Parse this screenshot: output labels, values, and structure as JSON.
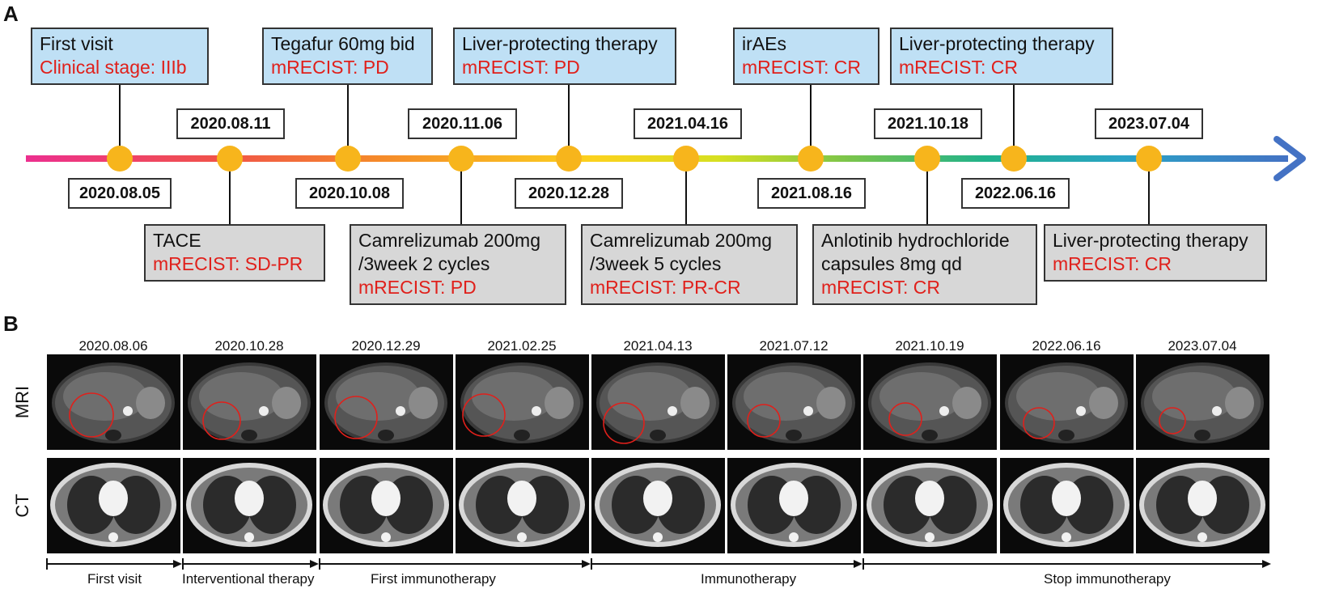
{
  "panels": {
    "a": "A",
    "b": "B"
  },
  "colors": {
    "red_text": "#e0201b",
    "top_box": "#bfe0f5",
    "bottom_box": "#d7d7d7",
    "dot": "#f7b51c",
    "arrow_end": "#4472c4"
  },
  "timeline": {
    "dates": [
      "2020.08.05",
      "2020.08.11",
      "2020.10.08",
      "2020.11.06",
      "2020.12.28",
      "2021.04.16",
      "2021.08.16",
      "2021.10.18",
      "2022.06.16",
      "2023.07.04"
    ],
    "top_events": [
      {
        "line1": "First visit",
        "line2": "Clinical stage: IIIb"
      },
      {
        "line1": "Tegafur 60mg bid",
        "line2": "mRECIST:  PD"
      },
      {
        "line1": "Liver-protecting therapy",
        "line2": "mRECIST:  PD"
      },
      {
        "line1": "irAEs",
        "line2": "mRECIST: CR"
      },
      {
        "line1": "Liver-protecting therapy",
        "line2": "mRECIST: CR"
      }
    ],
    "bottom_events": [
      {
        "line1": "TACE",
        "line2": "mRECIST: SD-PR"
      },
      {
        "line1": "Camrelizumab 200mg",
        "line1b": "/3week  2 cycles",
        "line2": "mRECIST: PD"
      },
      {
        "line1": "Camrelizumab 200mg",
        "line1b": "/3week  5 cycles",
        "line2": "mRECIST: PR-CR"
      },
      {
        "line1": "Anlotinib hydrochloride",
        "line1b": "capsules 8mg qd",
        "line2": "mRECIST: CR"
      },
      {
        "line1": "Liver-protecting therapy",
        "line2": "mRECIST: CR"
      }
    ]
  },
  "imaging": {
    "scan_dates": [
      "2020.08.06",
      "2020.10.28",
      "2020.12.29",
      "2021.02.25",
      "2021.04.13",
      "2021.07.12",
      "2021.10.19",
      "2022.06.16",
      "2023.07.04"
    ],
    "row_labels": {
      "mri": "MRI",
      "ct": "CT"
    },
    "phases": [
      "First visit",
      "Interventional therapy",
      "First immunotherapy",
      "Immunotherapy",
      "Stop immunotherapy"
    ]
  }
}
